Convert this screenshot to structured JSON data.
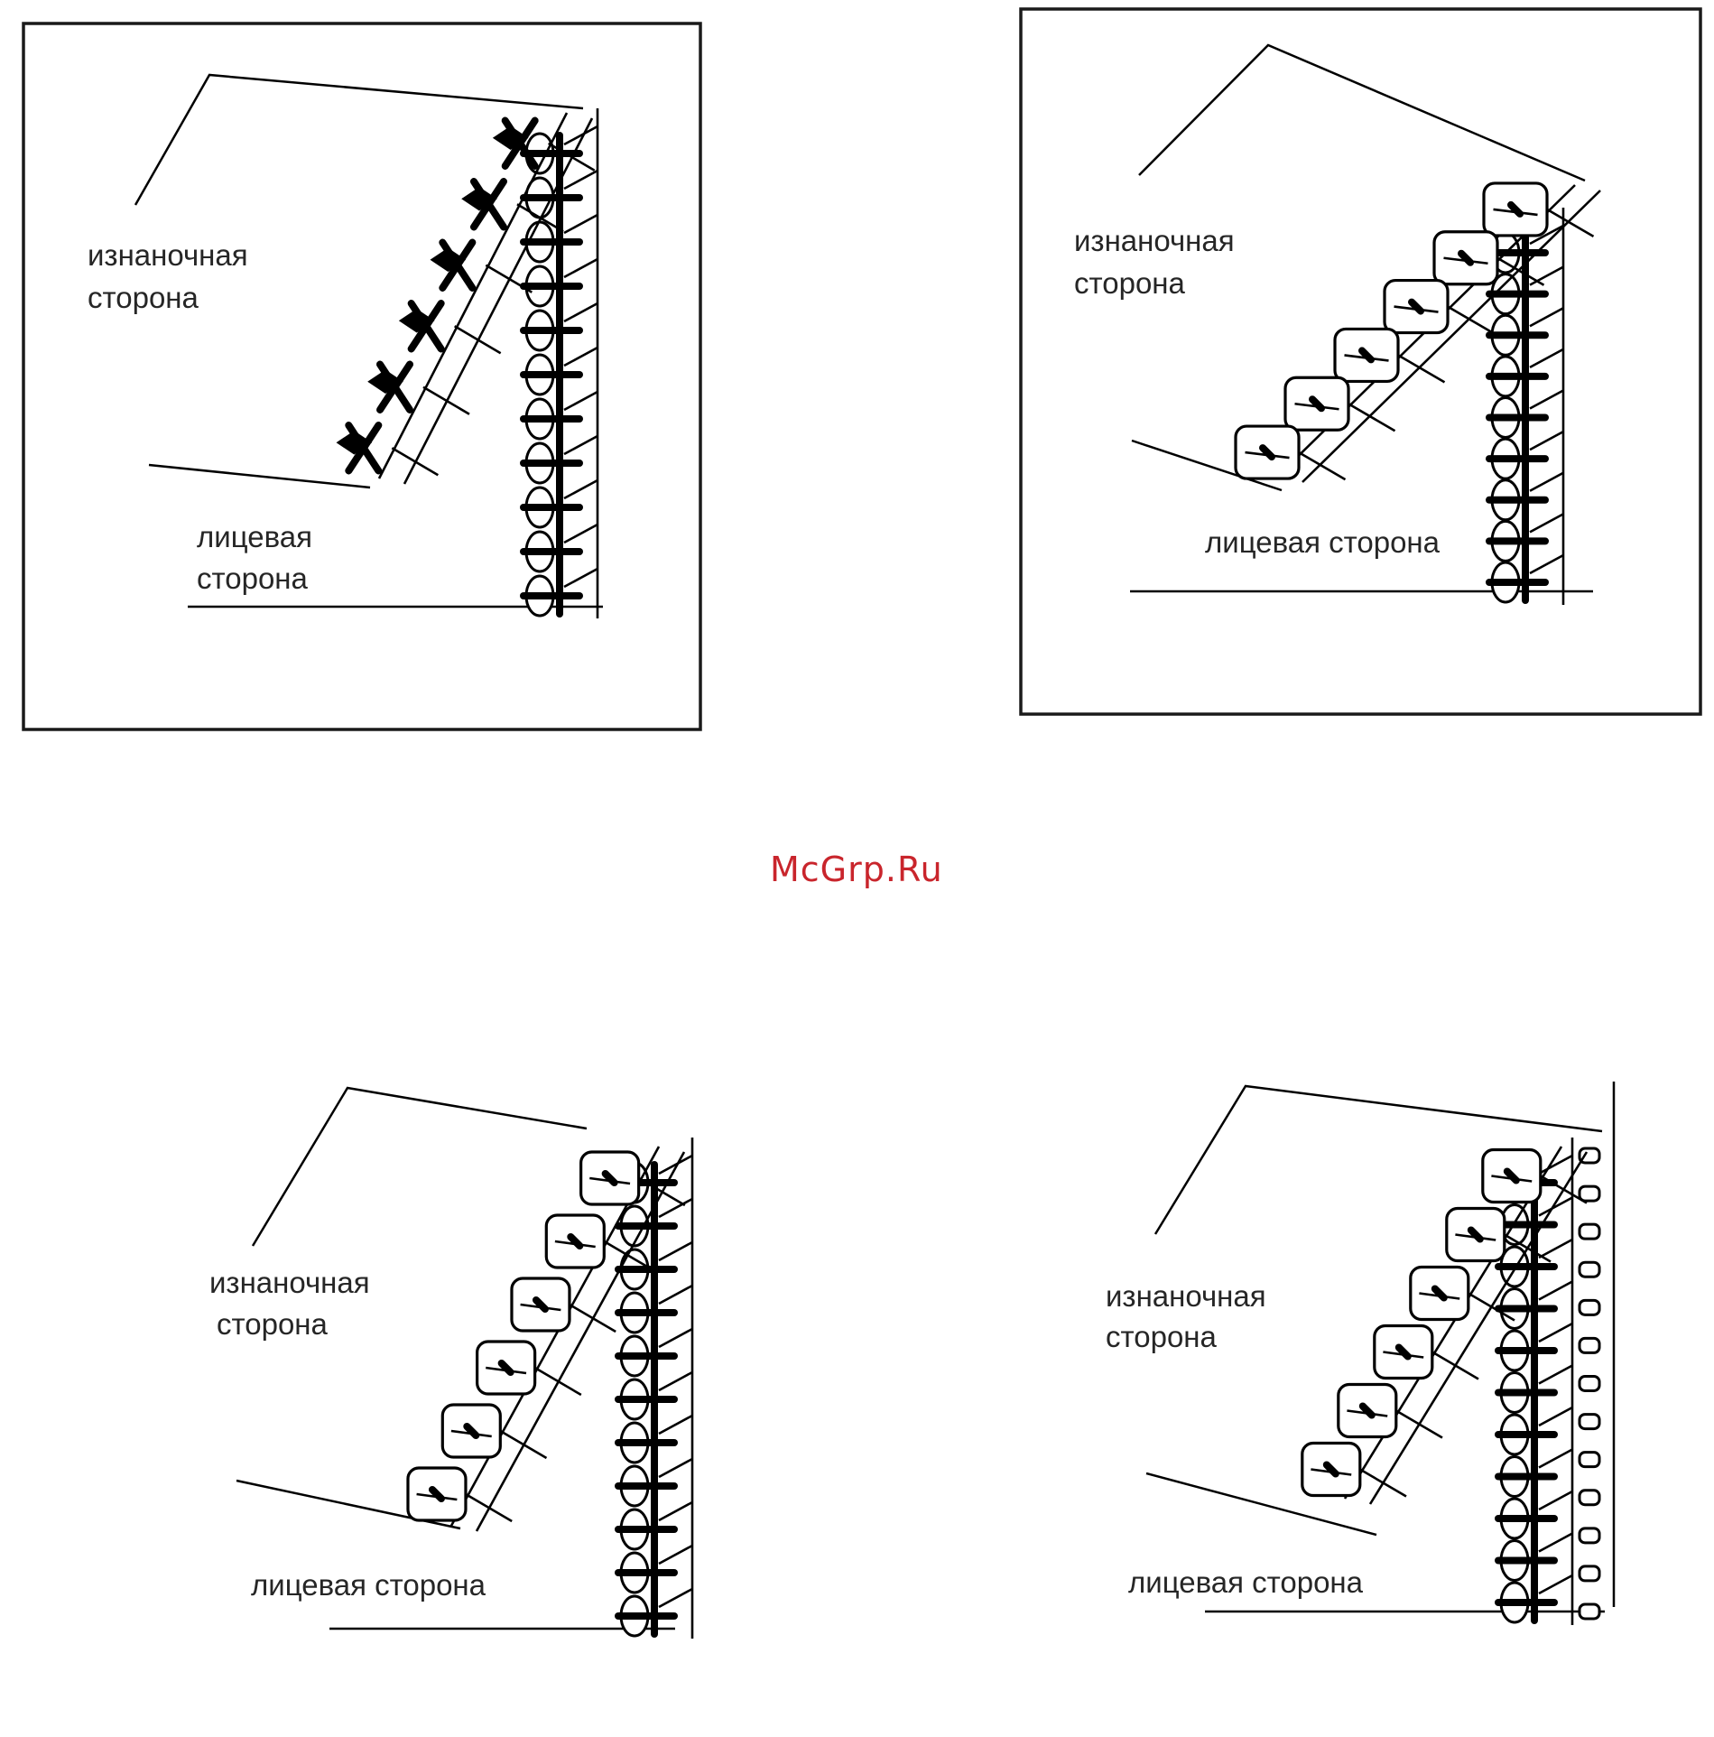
{
  "panels": [
    {
      "id": "p1",
      "wrong_side": [
        "изнаночная",
        "сторона"
      ],
      "right_side": [
        "лицевая",
        "сторона"
      ]
    },
    {
      "id": "p2",
      "wrong_side": [
        "изнаночная",
        "сторона"
      ],
      "right_side": [
        "лицевая сторона"
      ]
    },
    {
      "id": "p3",
      "wrong_side": [
        "изнаночная",
        "сторона"
      ],
      "right_side": [
        "лицевая сторона"
      ]
    },
    {
      "id": "p4",
      "wrong_side": [
        "изнаночная",
        "сторона"
      ],
      "right_side": [
        "лицевая сторона"
      ]
    }
  ],
  "watermark": "McGrp.Ru"
}
